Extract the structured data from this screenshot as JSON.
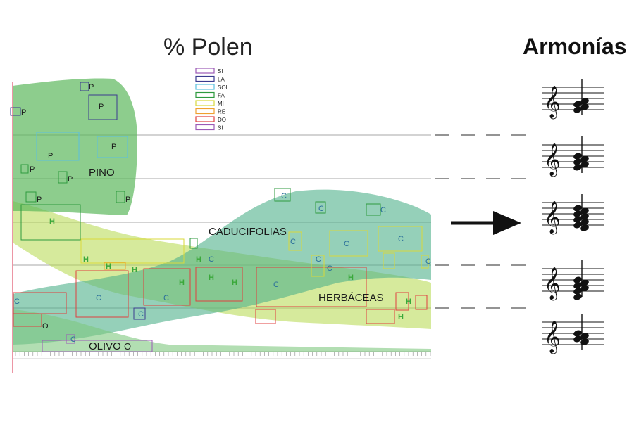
{
  "titles": {
    "pollen": "% Polen",
    "harmonies": "Armonías"
  },
  "legend": [
    {
      "label": "SI",
      "color": "#9b59b6"
    },
    {
      "label": "LA",
      "color": "#3b3b8f"
    },
    {
      "label": "SOL",
      "color": "#5bc0de"
    },
    {
      "label": "FA",
      "color": "#2e9a3e"
    },
    {
      "label": "MI",
      "color": "#d9d93a"
    },
    {
      "label": "RE",
      "color": "#f0a030"
    },
    {
      "label": "DO",
      "color": "#e04040"
    },
    {
      "label": "SI",
      "color": "#9b59b6"
    }
  ],
  "zones": {
    "pino": "PINO",
    "caducifolias": "CADUCIFOLIAS",
    "herbaceas": "HERBÁCEAS",
    "olivo": "OLIVO"
  },
  "colors": {
    "pino": "#5cb85c",
    "caducifolias": "#4fb08a",
    "herbaceas": "#b5d84a",
    "olivo": "#7ec87e",
    "axis": "#e0506a",
    "arrow": "#111111"
  },
  "markers": {
    "p": "P",
    "h": "H",
    "c": "C",
    "o": "O"
  },
  "icons": {
    "arrow": "arrow-right-icon",
    "clef": "treble-clef-icon"
  },
  "chord_count": 5
}
